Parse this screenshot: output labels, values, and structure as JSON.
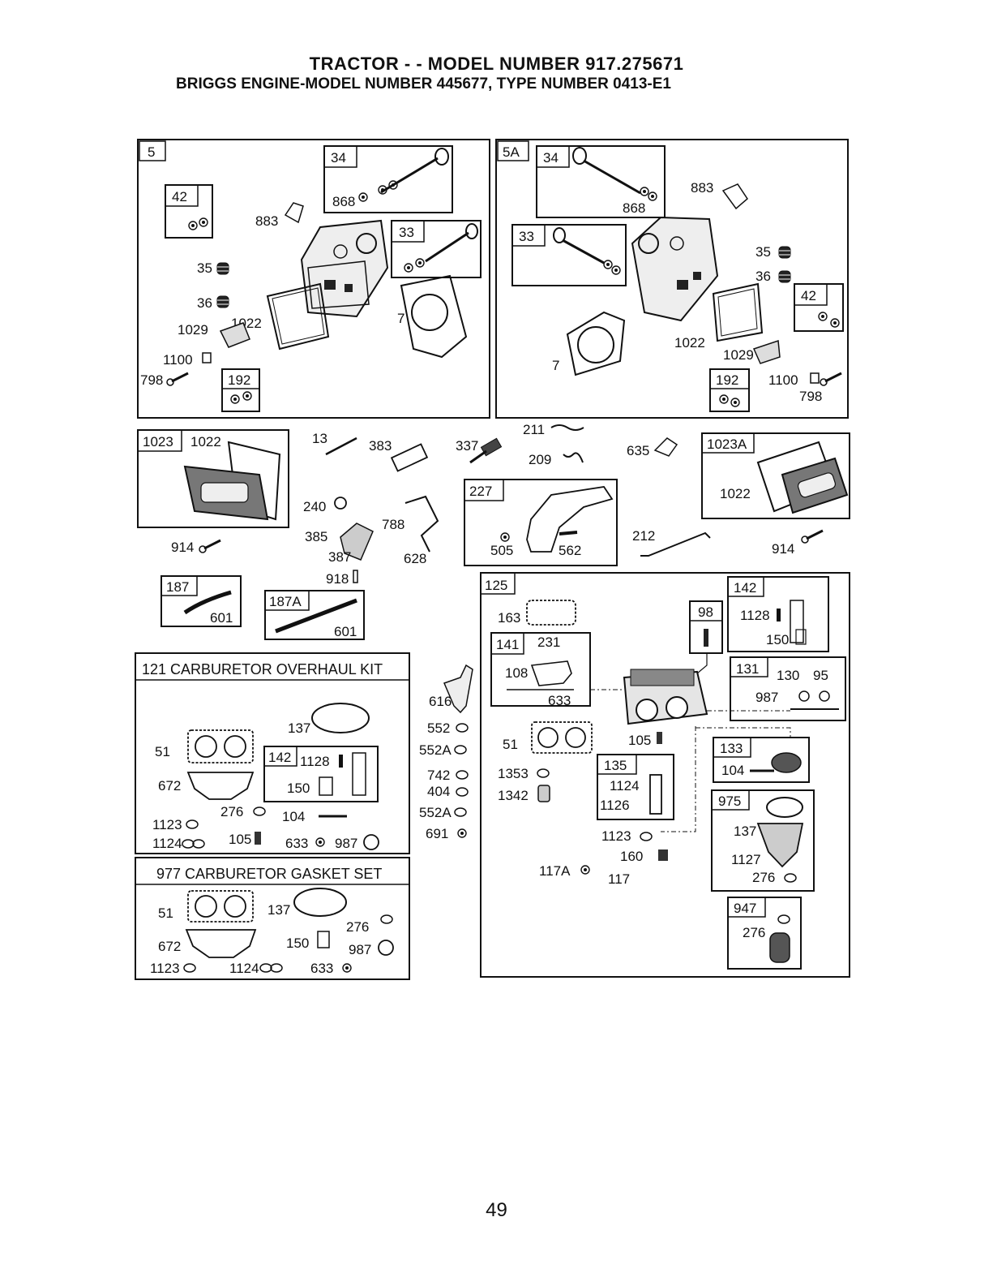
{
  "header": {
    "title": "TRACTOR - - MODEL NUMBER 917.275671",
    "subtitle": "BRIGGS ENGINE-MODEL NUMBER 445677, TYPE NUMBER 0413-E1"
  },
  "page_number": "49",
  "panel_5": {
    "id": "5",
    "sub_boxes": {
      "b34": "34",
      "b33": "33",
      "b42": "42",
      "b192": "192"
    },
    "labels": {
      "p868": "868",
      "p883": "883",
      "p35": "35",
      "p36": "36",
      "p1022": "1022",
      "p1029": "1029",
      "p7": "7",
      "p1100": "1100",
      "p798": "798"
    }
  },
  "panel_5A": {
    "id": "5A",
    "sub_boxes": {
      "b34": "34",
      "b33": "33",
      "b42": "42",
      "b192": "192"
    },
    "labels": {
      "p868": "868",
      "p883": "883",
      "p35": "35",
      "p36": "36",
      "p1022": "1022",
      "p1029": "1029",
      "p7": "7",
      "p1100": "1100",
      "p798": "798"
    }
  },
  "panel_1023": {
    "id": "1023",
    "labels": {
      "p1022": "1022",
      "p914": "914"
    }
  },
  "panel_1023A": {
    "id": "1023A",
    "labels": {
      "p1022": "1022",
      "p914": "914"
    }
  },
  "middle_parts": {
    "p13": "13",
    "p383": "383",
    "p337": "337",
    "p211": "211",
    "p209": "209",
    "p635": "635",
    "p240": "240",
    "p385": "385",
    "p788": "788",
    "p387": "387",
    "p628": "628",
    "p918": "918",
    "p212": "212"
  },
  "panel_227": {
    "id": "227",
    "labels": {
      "p505": "505",
      "p562": "562"
    }
  },
  "panel_187": {
    "id": "187",
    "labels": {
      "p601": "601"
    }
  },
  "panel_187A": {
    "id": "187A",
    "labels": {
      "p601": "601"
    }
  },
  "kit_121": {
    "title": "121 CARBURETOR OVERHAUL KIT",
    "sub_box": "142",
    "labels": {
      "p137": "137",
      "p51": "51",
      "p1128": "1128",
      "p672": "672",
      "p150": "150",
      "p1123": "1123",
      "p276": "276",
      "p104": "104",
      "p1124": "1124",
      "p105": "105",
      "p633": "633",
      "p987": "987"
    }
  },
  "kit_977": {
    "title": "977 CARBURETOR GASKET SET",
    "labels": {
      "p51": "51",
      "p137": "137",
      "p276": "276",
      "p672": "672",
      "p150": "150",
      "p987": "987",
      "p1123": "1123",
      "p1124": "1124",
      "p633": "633"
    }
  },
  "loose_parts": {
    "p616": "616",
    "p552": "552",
    "p552A": "552A",
    "p742": "742",
    "p404": "404",
    "p552A2": "552A",
    "p691": "691"
  },
  "panel_125": {
    "id": "125",
    "sub_boxes": {
      "b141": "141",
      "b98": "98",
      "b142": "142",
      "b131": "131",
      "b133": "133",
      "b135": "135",
      "b975": "975",
      "b947": "947"
    },
    "labels": {
      "p163": "163",
      "p231": "231",
      "p108": "108",
      "p633": "633",
      "p1128": "1128",
      "p150": "150",
      "p130": "130",
      "p95": "95",
      "p987": "987",
      "p51": "51",
      "p105": "105",
      "p104": "104",
      "p1353": "1353",
      "p1342": "1342",
      "p1124": "1124",
      "p1126": "1126",
      "p137": "137",
      "p1123": "1123",
      "p160": "160",
      "p1127": "1127",
      "p276": "276",
      "p117A": "117A",
      "p117": "117",
      "p276b": "276"
    }
  }
}
